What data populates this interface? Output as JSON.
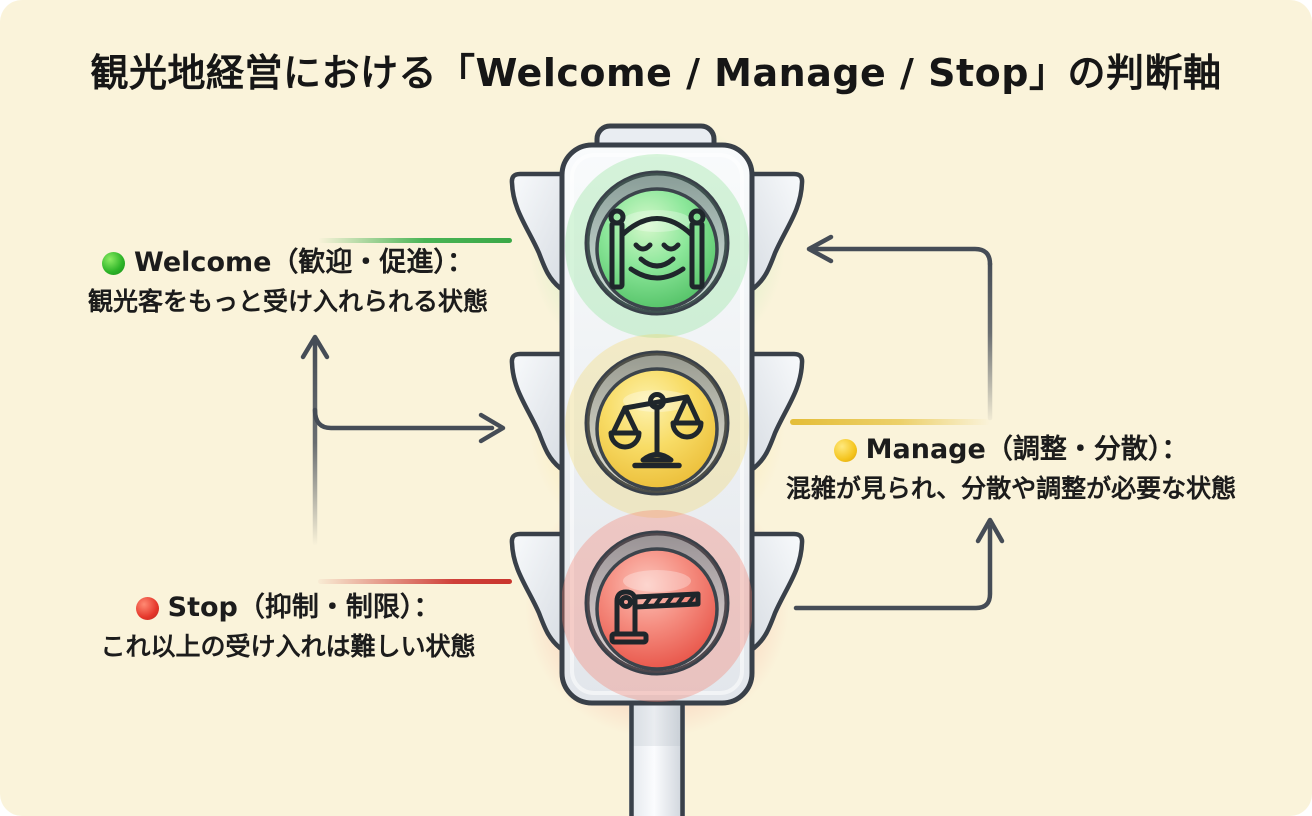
{
  "title": "観光地経営における「Welcome / Manage / Stop」の判断軸",
  "labels": {
    "welcome": {
      "heading": "Welcome（歓迎・促進）：",
      "description": "観光客をもっと受け入れられる状態",
      "dot_icon": "green-circle-icon",
      "color": "#3aa847"
    },
    "manage": {
      "heading": "Manage（調整・分散）：",
      "description": "混雑が見られ、分散や調整が必要な状態",
      "dot_icon": "yellow-circle-icon",
      "color": "#e4bd37"
    },
    "stop": {
      "heading": "Stop（抑制・制限）：",
      "description": "これ以上の受け入れは難しい状態",
      "dot_icon": "red-circle-icon",
      "color": "#c9352d"
    }
  },
  "traffic_light": {
    "lights": [
      {
        "name": "green-light",
        "icon": "welcome-gate-smiley-icon",
        "color": "#4cbd60"
      },
      {
        "name": "yellow-light",
        "icon": "balance-scale-icon",
        "color": "#eaba33"
      },
      {
        "name": "red-light",
        "icon": "barrier-gate-icon",
        "color": "#e64d41"
      }
    ]
  },
  "colors": {
    "background": "#faf3da",
    "arrow": "#454c56",
    "title_text": "#161616",
    "body_text": "#1c1c1c",
    "traffic_light_outline": "#394049"
  }
}
